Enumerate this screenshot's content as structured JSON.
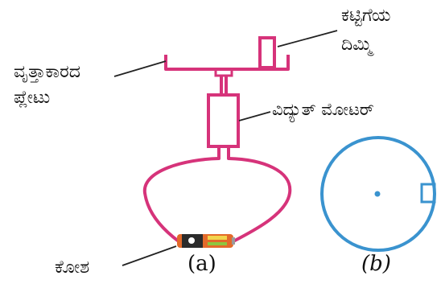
{
  "labels": {
    "plate_line1": "ವೃತ್ತಾಕಾರದ",
    "plate_line2": "ಪ್ಲೇಟು",
    "wedge_line1": "ಕಟ್ಟಿಗೆಯ",
    "wedge_line2": "ದಿಮ್ಮಿ",
    "motor": "ವಿದ್ಯುತ್ ಮೋಟರ್",
    "cell": "ಕೋಶ"
  },
  "captions": {
    "a": "(a)",
    "b": "(b)"
  },
  "colors": {
    "wire": "#d6337a",
    "disc": "#3a93cf",
    "leader": "#222222",
    "cell_dark": "#2b2b2b",
    "cell_orange": "#e36a2a"
  }
}
